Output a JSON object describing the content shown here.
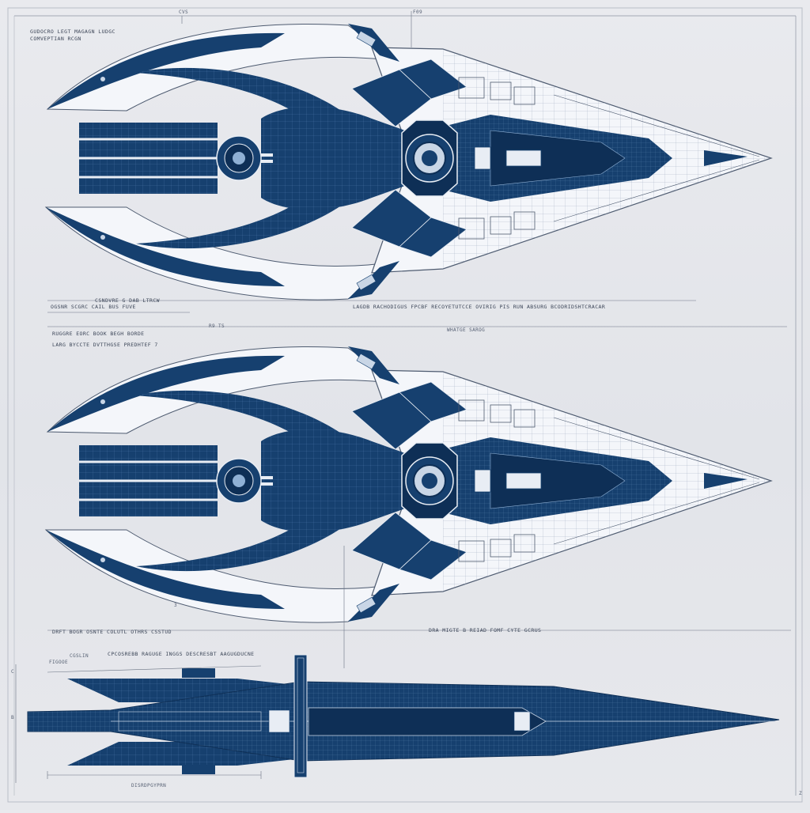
{
  "sheet": {
    "colors": {
      "navy": "#16406f",
      "navy_dark": "#0e2f56",
      "hull_light": "#f4f6fa",
      "line": "#4e5b70",
      "paper": "#e6e7eb"
    }
  },
  "top_header": {
    "tick_label_left": "CVS",
    "tick_label_right": "F09"
  },
  "view_top": {
    "note_tl_1": "GUDOCRO LEGT MAGAGN LUDGC",
    "note_tl_2": "COMVEPTIAN RCGN",
    "note_bl_1": "CSNDVRE G DAB LTRCW",
    "note_bl_2": "OGSNR SCGRC CAIL BUS FUVE",
    "note_bottom_right": "LAGDB RACHODIGUS FPCBF RECOYETUTCCE OVIRIG PIS RUN ABSURG BCODRIDSHTCRACAR"
  },
  "view_middle": {
    "note_tl_1": "RUGGRE EORC BOOK BEGH BORDE",
    "note_tl_2": "LARG BYCCTE DVTTHGSE PREDHTEF 7",
    "dim_label_top": "R9 TS",
    "dim_label_right": "WHATGE SAROG",
    "marker_a": "3",
    "note_bl": "DRFT BOGR OSNTE COLUTL OTHRS CSSTUD",
    "note_br": "DRA MIGTE B REIAD FOMF CYTE GCRUS"
  },
  "view_side": {
    "label_small_1": "CGSLIN",
    "label_small_2": "FIGOOE",
    "note_caption": "CPCOSREBB RAGUGE INGGS DESCRESBT AAGUGDUCNE",
    "label_bottom": "DISRDPGYPRN",
    "mark_left_1": "C",
    "mark_left_2": "B",
    "mark_corner": "Z"
  }
}
